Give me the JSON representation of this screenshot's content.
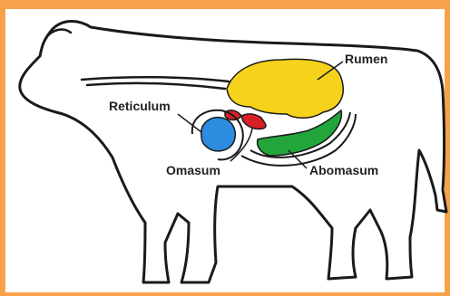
{
  "diagram": {
    "labels": {
      "rumen": "Rumen",
      "reticulum": "Reticulum",
      "omasum": "Omasum",
      "abomasum": "Abomasum"
    },
    "colors": {
      "frame": "#f7a24b",
      "background": "#ffffff",
      "outline": "#1a1a1a",
      "rumen": "#f6d21c",
      "reticulum": "#2d8be0",
      "omasum": "#d81f26",
      "abomasum": "#22a53a"
    }
  }
}
